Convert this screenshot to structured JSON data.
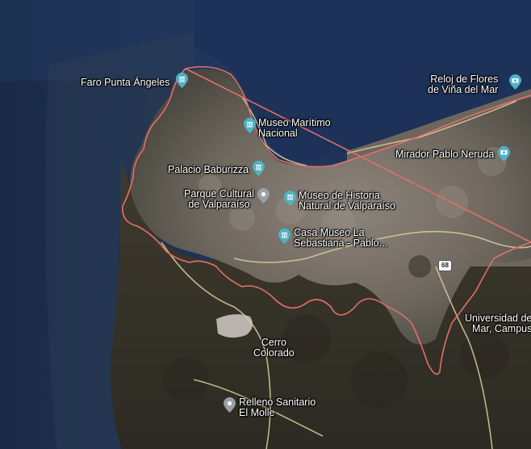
{
  "map": {
    "type": "satellite",
    "places": [
      {
        "id": "faro",
        "lines": [
          "Faro Punta Ángeles"
        ],
        "kind": "museum"
      },
      {
        "id": "reloj",
        "lines": [
          "Reloj de Flores",
          "de Viña del Mar"
        ],
        "kind": "camera"
      },
      {
        "id": "maritimo",
        "lines": [
          "Museo Marítimo",
          "Nacional"
        ],
        "kind": "museum"
      },
      {
        "id": "neruda",
        "lines": [
          "Mirador Pablo Neruda"
        ],
        "kind": "camera"
      },
      {
        "id": "baburizza",
        "lines": [
          "Palacio Baburizza"
        ],
        "kind": "museum"
      },
      {
        "id": "parque",
        "lines": [
          "Parque Cultural",
          "de Valparaíso"
        ],
        "kind": "place"
      },
      {
        "id": "historia",
        "lines": [
          "Museo de Historia",
          "Natural de Valparaíso"
        ],
        "kind": "museum"
      },
      {
        "id": "sebastiana",
        "lines": [
          "Casa Museo La",
          "Sebastiana - Pablo..."
        ],
        "kind": "museum"
      },
      {
        "id": "cerro",
        "lines": [
          "Cerro",
          "Colorado"
        ],
        "kind": "label"
      },
      {
        "id": "relleno",
        "lines": [
          "Relleno Sanitario",
          "El Molle"
        ],
        "kind": "place"
      },
      {
        "id": "universidad",
        "lines": [
          "Universidad de",
          "Mar, Campus"
        ],
        "kind": "label"
      }
    ],
    "route_shield": "68",
    "colors": {
      "ocean": "#1b2b4a",
      "boundary": "#e0706a",
      "pin": "#4fb3c4",
      "road": "#d9cf9a"
    }
  }
}
